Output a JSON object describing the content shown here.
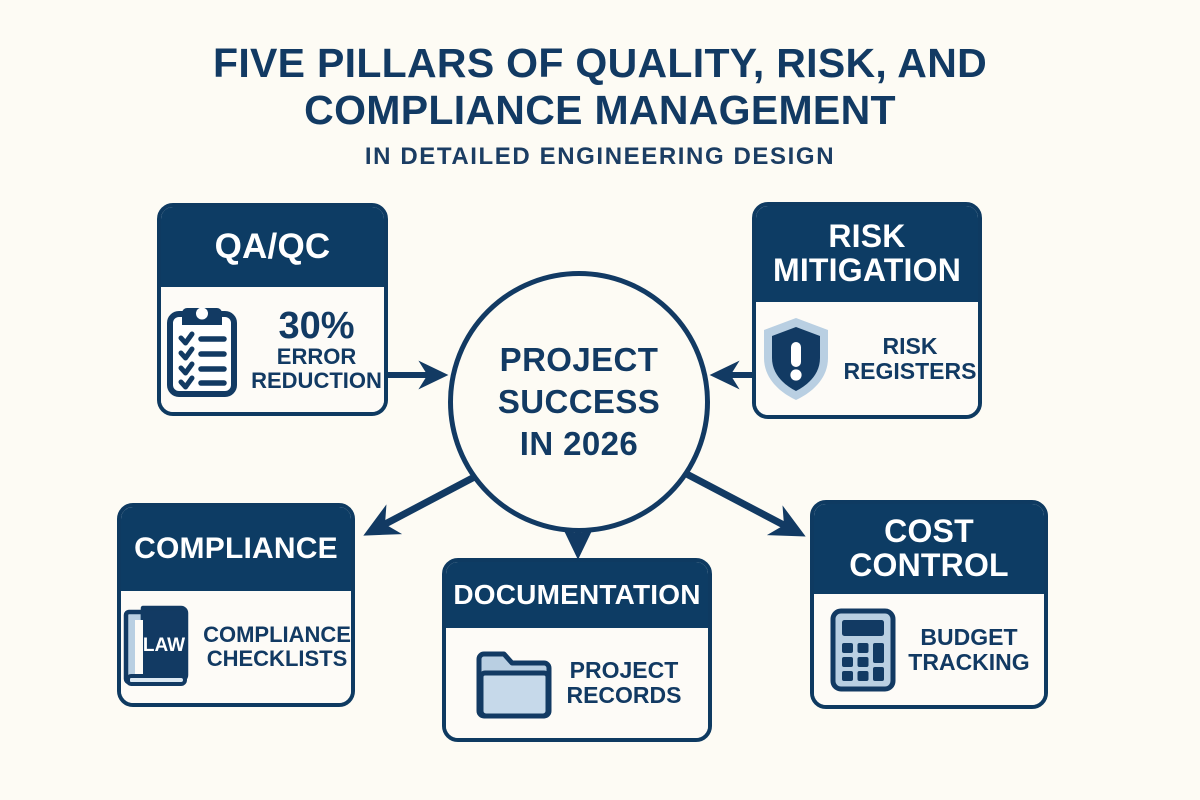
{
  "header": {
    "title_line_1": "FIVE PILLARS OF QUALITY, RISK, AND",
    "title_line_2": "COMPLIANCE MANAGEMENT",
    "subtitle": "IN DETAILED ENGINEERING DESIGN"
  },
  "center": {
    "line_1": "PROJECT",
    "line_2": "SUCCESS",
    "line_3": "IN 2026"
  },
  "colors": {
    "background": "#FDFBF4",
    "navy_header": "#0D3C64",
    "navy_text": "#123A63",
    "card_body": "#FDFBF7",
    "light_blue_accent": "#B9CFE2",
    "white": "#FFFFFF"
  },
  "pillars": [
    {
      "id": "qaqc",
      "title": "QA/QC",
      "icon": "clipboard-checklist-icon",
      "stat_value": "30%",
      "stat_label_line_1": "ERROR",
      "stat_label_line_2": "REDUCTION"
    },
    {
      "id": "risk",
      "title_line_1": "RISK",
      "title_line_2": "MITIGATION",
      "icon": "shield-exclamation-icon",
      "label_line_1": "RISK",
      "label_line_2": "REGISTERS"
    },
    {
      "id": "compliance",
      "title": "COMPLIANCE",
      "icon": "law-book-icon",
      "icon_text": "LAW",
      "label_line_1": "COMPLIANCE",
      "label_line_2": "CHECKLISTS"
    },
    {
      "id": "documentation",
      "title": "DOCUMENTATION",
      "icon": "folder-icon",
      "label_line_1": "PROJECT",
      "label_line_2": "RECORDS"
    },
    {
      "id": "cost",
      "title_line_1": "COST",
      "title_line_2": "CONTROL",
      "icon": "calculator-icon",
      "label_line_1": "BUDGET",
      "label_line_2": "TRACKING"
    }
  ],
  "connectors": [
    {
      "name": "qaqc-to-center",
      "direction": "right"
    },
    {
      "name": "risk-to-center",
      "direction": "left"
    },
    {
      "name": "center-to-compliance",
      "direction": "down-left"
    },
    {
      "name": "center-to-documentation",
      "direction": "down"
    },
    {
      "name": "center-to-cost",
      "direction": "down-right"
    }
  ]
}
